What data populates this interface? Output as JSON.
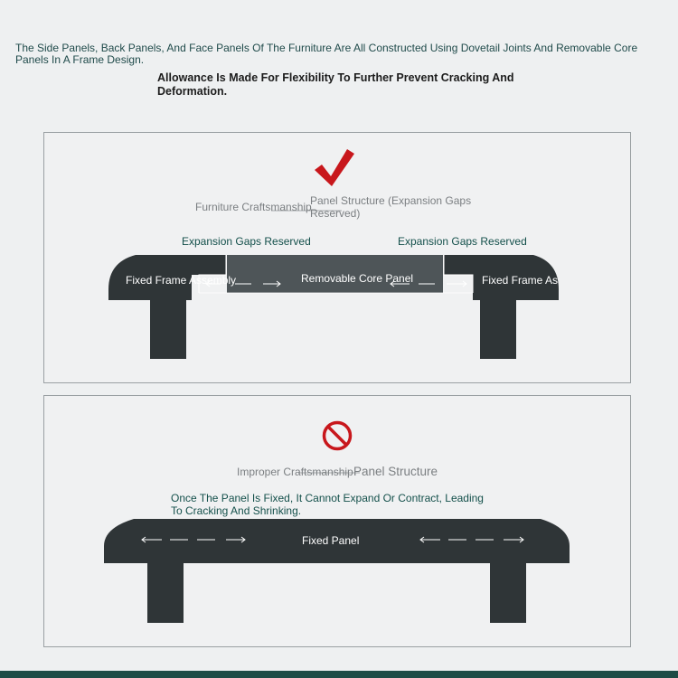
{
  "header": {
    "description": "The Side Panels, Back Panels, And Face Panels Of The Furniture Are All Constructed Using Dovetail Joints And Removable Core Panels In A Frame Design.",
    "allowance": "Allowance Is Made For Flexibility To Further Prevent Cracking And Deformation."
  },
  "correct": {
    "icon": "check-mark-icon",
    "category": "Furniture Craftsmanship",
    "title": "Panel Structure (Expansion Gaps Reserved)",
    "gap_left": "Expansion Gaps Reserved",
    "gap_right": "Expansion Gaps Reserved",
    "frame_left": "Fixed Frame Assembly",
    "core": "Removable Core Panel",
    "frame_right": "Fixed Frame Assembly"
  },
  "improper": {
    "icon": "prohibited-icon",
    "category": "Improper Craftsmanship",
    "title": "Panel Structure",
    "warning": "Once The Panel Is Fixed, It Cannot Expand Or Contract, Leading To Cracking And Shrinking.",
    "fixed_panel": "Fixed Panel"
  },
  "colors": {
    "accent_red": "#c8171c",
    "table_dark": "#2f3537",
    "core_gray": "#4e5558",
    "label_green": "#14504b"
  }
}
